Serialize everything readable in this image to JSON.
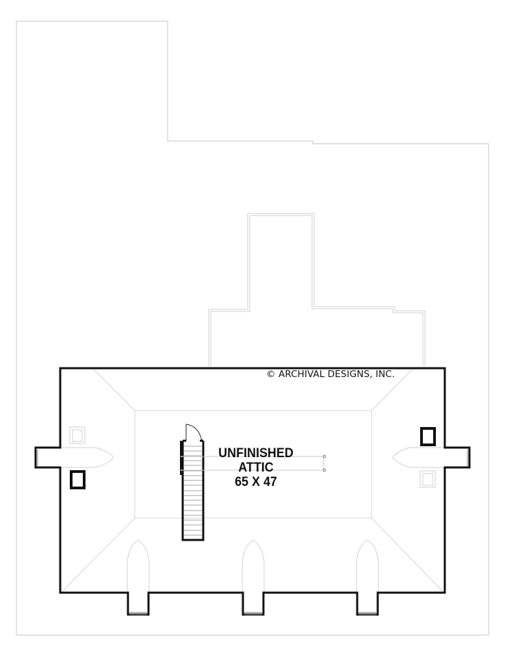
{
  "drawing": {
    "type": "floor-plan",
    "level": "attic",
    "copyright": "© ARCHIVAL DESIGNS, INC.",
    "room": {
      "name_line1": "UNFINISHED",
      "name_line2": "ATTIC",
      "dimensions": "65 X 47"
    },
    "elements": {
      "staircase": {
        "treads": 18
      },
      "dormers": 3,
      "gable_vents": 2,
      "chimney_flues": 2,
      "roof_vents": 2
    },
    "colors": {
      "wall": "#111111",
      "outline": "#cfcfcf",
      "hip_lines": "#d5d5d5",
      "background": "#ffffff"
    }
  }
}
